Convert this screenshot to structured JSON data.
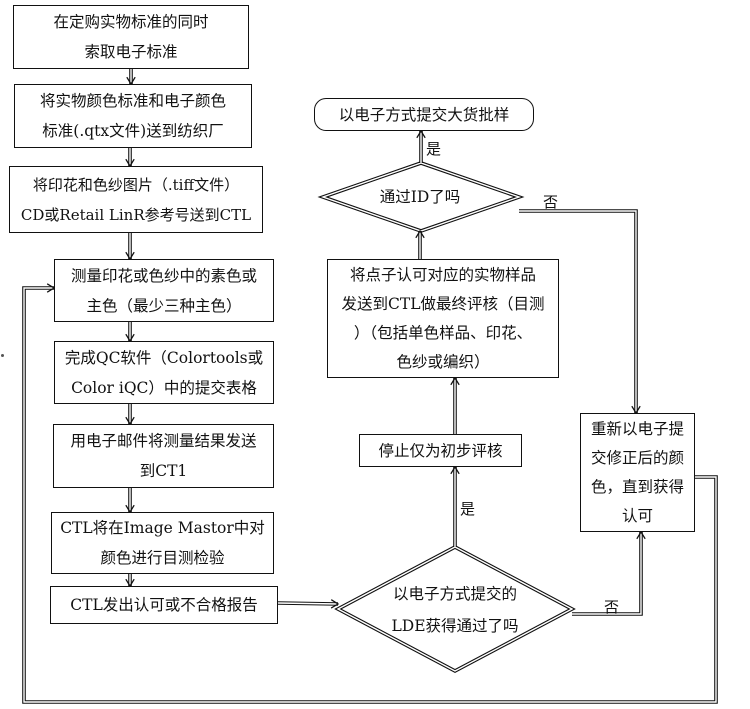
{
  "diagram": {
    "type": "flowchart",
    "colors": {
      "line": "#111111",
      "background": "#ffffff"
    },
    "nodes": {
      "step1": {
        "lines": [
          "在定购实物标准的同时",
          "索取电子标准"
        ]
      },
      "step2": {
        "lines": [
          "将实物颜色标准和电子颜色",
          "标准(.qtx文件)送到纺织厂"
        ]
      },
      "step3": {
        "lines": [
          "将印花和色纱图片（.tiff文件）",
          "CD或Retail LinR参考号送到CTL"
        ]
      },
      "step4": {
        "lines": [
          "测量印花或色纱中的素色或",
          "主色（最少三种主色）"
        ]
      },
      "step5": {
        "lines": [
          "完成QC软件（Colortools或",
          "Color iQC）中的提交表格"
        ]
      },
      "step6": {
        "lines": [
          "用电子邮件将测量结果发送",
          "到CT1"
        ]
      },
      "step7": {
        "lines": [
          "CTL将在Image Mastor中对",
          "颜色进行目测检验"
        ]
      },
      "step8": {
        "lines": [
          "CTL发出认可或不合格报告"
        ]
      },
      "decision_lde": {
        "lines": [
          "以电子方式提交的",
          "LDE获得通过了吗"
        ]
      },
      "stop_preliminary": {
        "lines": [
          "停止仅为初步评核"
        ]
      },
      "send_physical": {
        "lines": [
          "将点子认可对应的实物样品",
          "发送到CTL做最终评核（目测",
          "）（包括单色样品、印花、",
          "色纱或编织）"
        ]
      },
      "decision_id": {
        "lines": [
          "通过ID了吗"
        ]
      },
      "bulk_submit": {
        "lines": [
          "以电子方式提交大货批样"
        ]
      },
      "resubmit": {
        "lines": [
          "重新以电子提",
          "交修正后的颜",
          "色，直到获得",
          "认可"
        ]
      }
    },
    "edge_labels": {
      "lde_yes": "是",
      "lde_no": "否",
      "id_yes": "是",
      "id_no": "否"
    }
  }
}
